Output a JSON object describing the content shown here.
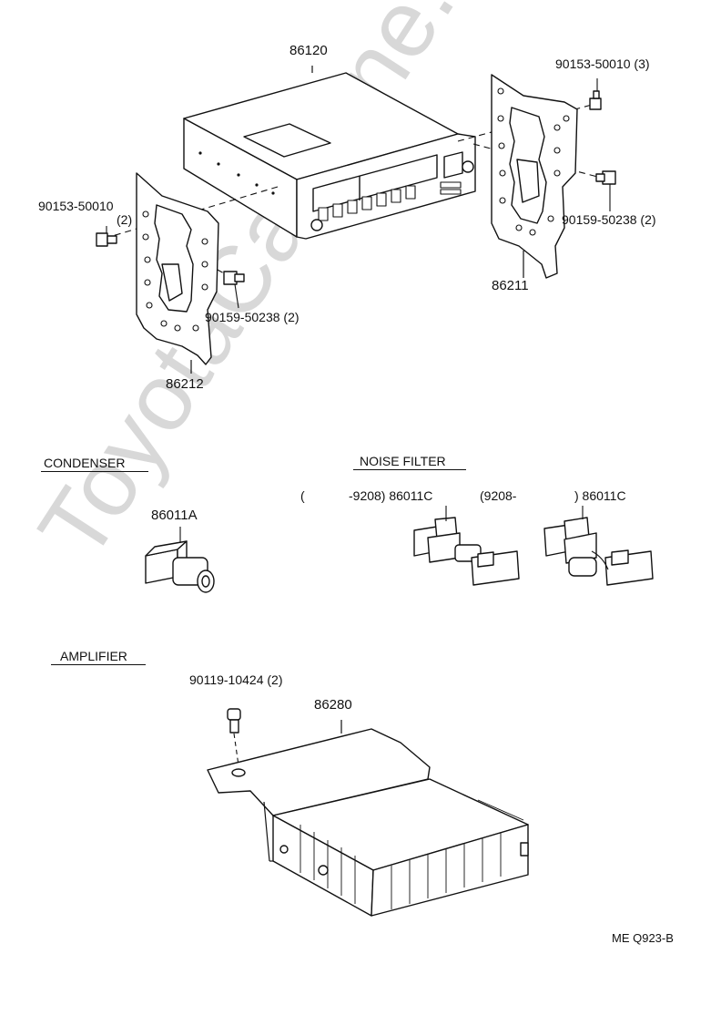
{
  "watermark": "ToyotaCarMine.ru",
  "diagram_code": "ME Q923-B",
  "sections": {
    "condenser": "CONDENSER",
    "noise_filter": "NOISE FILTER",
    "amplifier": "AMPLIFIER"
  },
  "parts": {
    "radio_unit": "86120",
    "bolt_left_top": "90153-50010",
    "bolt_left_top_qty": "(2)",
    "bolt_left_bottom": "90159-50238 (2)",
    "bracket_left": "86212",
    "bolt_right_top": "90153-50010 (3)",
    "bolt_right_bottom": "90159-50238 (2)",
    "bracket_right": "86211",
    "condenser": "86011A",
    "noise_filter_early_open": "(",
    "noise_filter_early_range": "-9208) 86011C",
    "noise_filter_late_range": "(9208-",
    "noise_filter_late_close": ") 86011C",
    "amp_bolt": "90119-10424 (2)",
    "amplifier": "86280"
  }
}
